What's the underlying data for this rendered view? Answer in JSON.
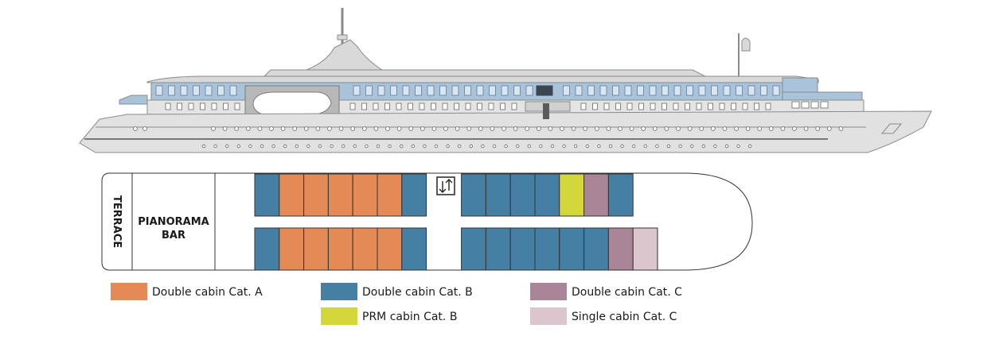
{
  "colors": {
    "double_a": "#e38a57",
    "double_b": "#457fa4",
    "double_c": "#a98597",
    "prm_b": "#d4d73a",
    "single_c": "#dcc6ce",
    "hull": "#e1e1e1",
    "hull_stroke": "#8a8a8a",
    "upper_deck": "#a9c3db",
    "outline": "#333333"
  },
  "deck": {
    "terrace_label": "TERRACE",
    "bar_label_line1": "PIANORAMA",
    "bar_label_line2": "BAR",
    "elevator_icon": "elevator-icon"
  },
  "cabins": {
    "top_row": [
      "double_b",
      "double_a",
      "double_a",
      "double_a",
      "double_a",
      "double_a",
      "double_b",
      null,
      "double_b",
      "double_b",
      "double_b",
      "double_b",
      "prm_b",
      "double_c",
      "double_b"
    ],
    "bottom_row": [
      "double_b",
      "double_a",
      "double_a",
      "double_a",
      "double_a",
      "double_a",
      "double_b",
      null,
      "double_b",
      "double_b",
      "double_b",
      "double_b",
      "double_b",
      "double_b",
      "double_c",
      "single_c"
    ]
  },
  "legend": [
    {
      "key": "double_a",
      "label": "Double cabin Cat. A"
    },
    {
      "key": "double_b",
      "label": "Double cabin Cat. B"
    },
    {
      "key": "double_c",
      "label": "Double cabin Cat. C"
    },
    {
      "key": "prm_b",
      "label": "PRM cabin Cat. B"
    },
    {
      "key": "single_c",
      "label": "Single cabin Cat. C"
    }
  ]
}
